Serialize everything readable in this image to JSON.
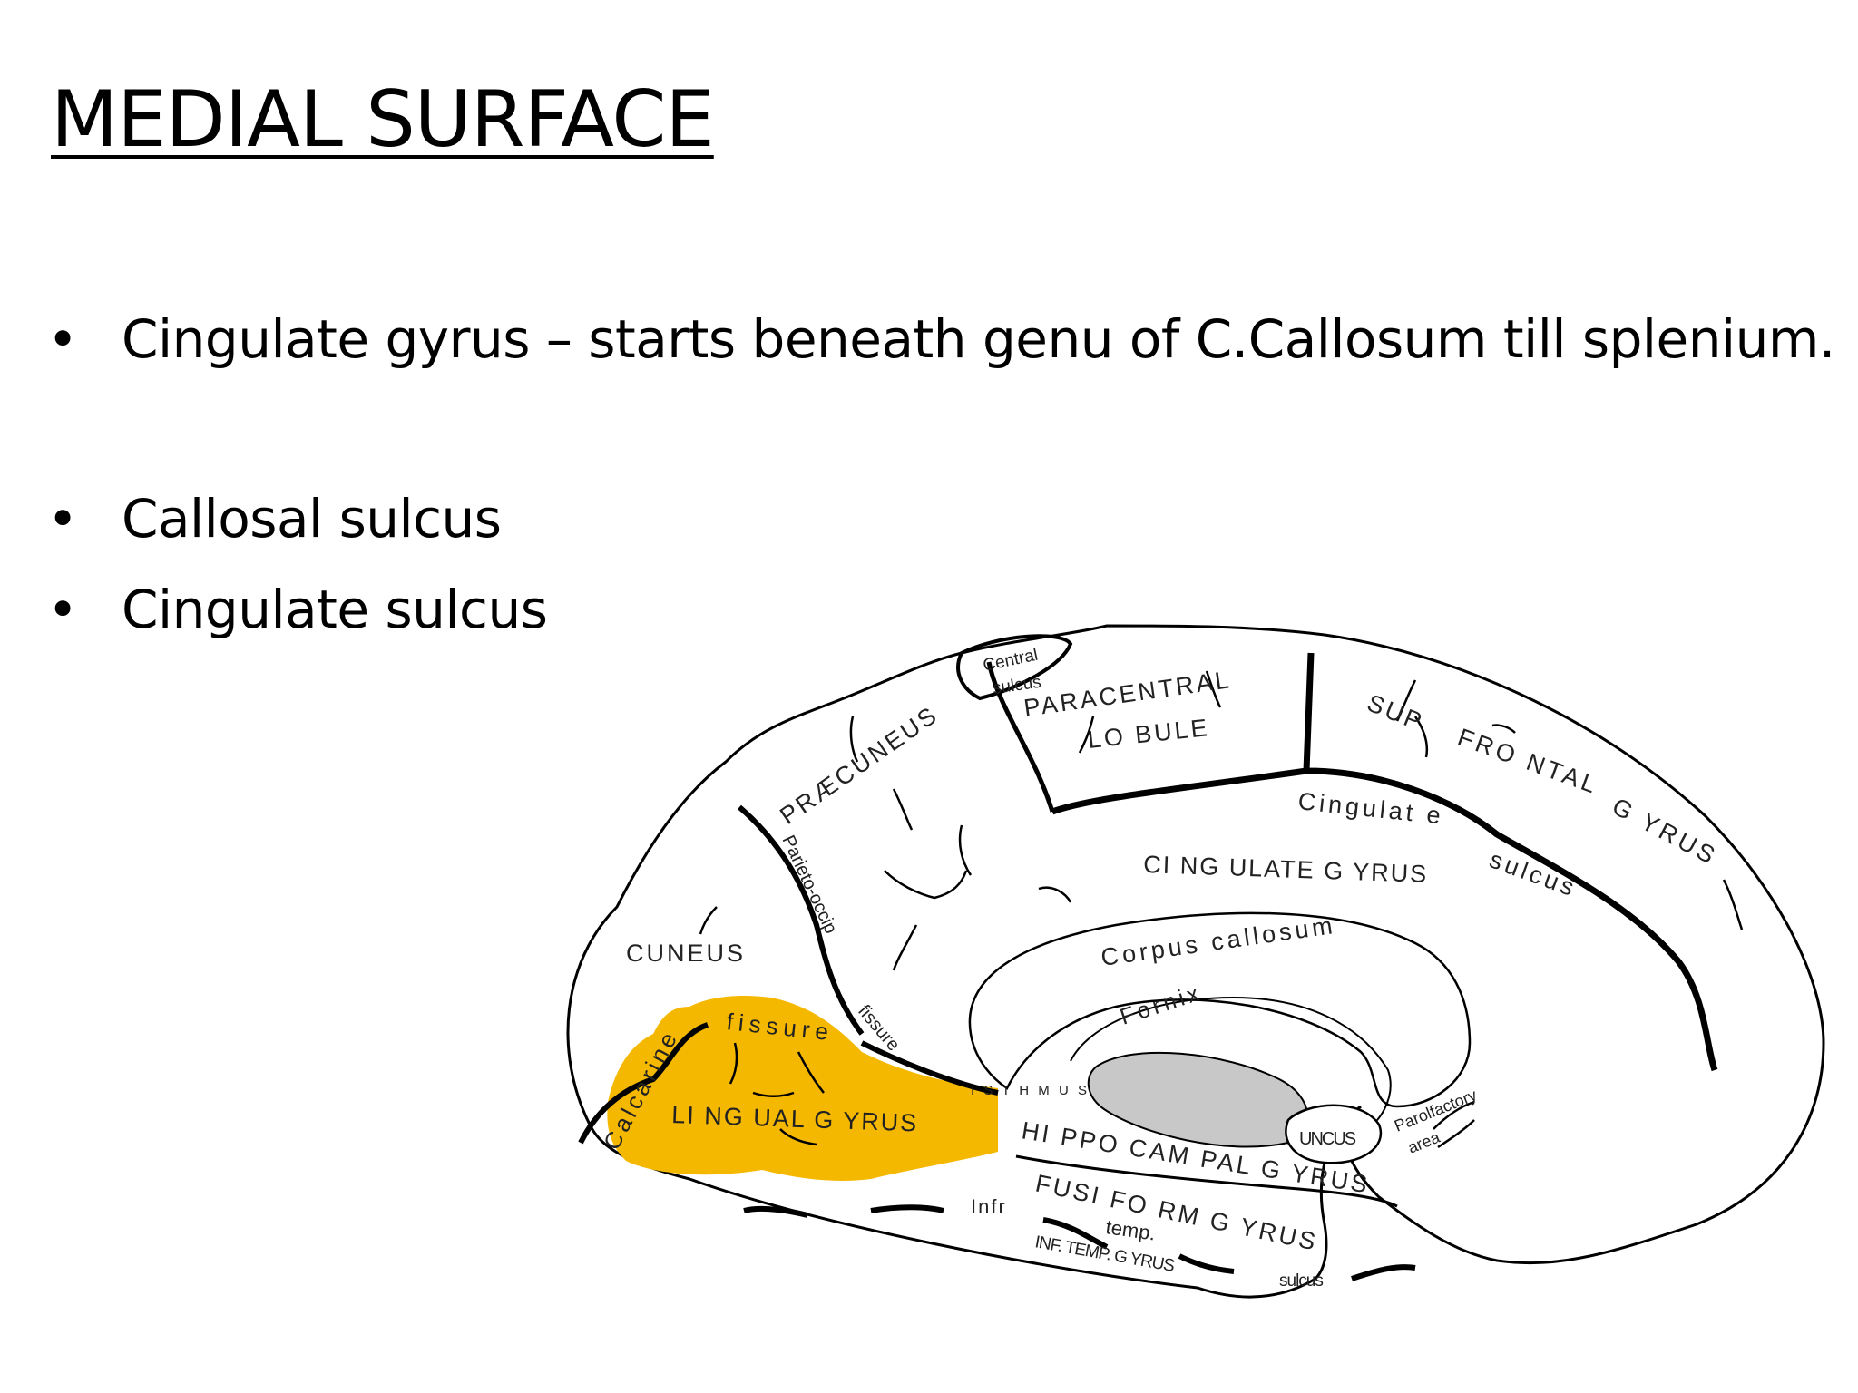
{
  "title": "MEDIAL SURFACE",
  "bullets": [
    {
      "marker": "•",
      "text": "Cingulate gyrus – starts beneath genu of C.Callosum till splenium."
    },
    {
      "marker": "•",
      "text": "Callosal sulcus"
    },
    {
      "marker": "•",
      "text": "Cingulate sulcus"
    }
  ],
  "diagram": {
    "highlight_color": "#F5B800",
    "thalamus_fill": "#C8C8C8",
    "labels": {
      "central_sulcus_1": "Central",
      "central_sulcus_2": "sulcus",
      "paracentral_1": "PARACENTRAL",
      "paracentral_2": "LO BULE",
      "sup_frontal_1": "SUP",
      "sup_frontal_2": "FRO NTAL",
      "sup_frontal_3": "G YRUS",
      "praecuneus": "PRÆCUNEUS",
      "cingulate_sulcus_1": "Cingulat e",
      "cingulate_sulcus_2": "sulcus",
      "cingulate_gyrus": "CI NG ULATE G YRUS",
      "parieto_occip": "Parieto-occip",
      "cuneus": "CUNEUS",
      "corpus_callosum": "Corpus callosum",
      "fornix": "Fornix",
      "fissure_po": "fissure",
      "calcarine": "Calcarine",
      "fissure_calc": "fissure",
      "lingual_gyrus": "LI NG UAL G YRUS",
      "isthmus": "I S T H M U S",
      "hippocampal_gyrus": "HI PPO CAM PAL G YRUS",
      "uncus": "UNCUS",
      "parolfactory_1": "Parolfactory",
      "parolfactory_2": "area",
      "fusiform": "FUSI FO RM G YRUS",
      "infr": "Infr",
      "temp": "temp.",
      "inf_temp_gyrus": "INF. TEMP. G YRUS",
      "sulcus_bottom": "sulcus"
    }
  }
}
